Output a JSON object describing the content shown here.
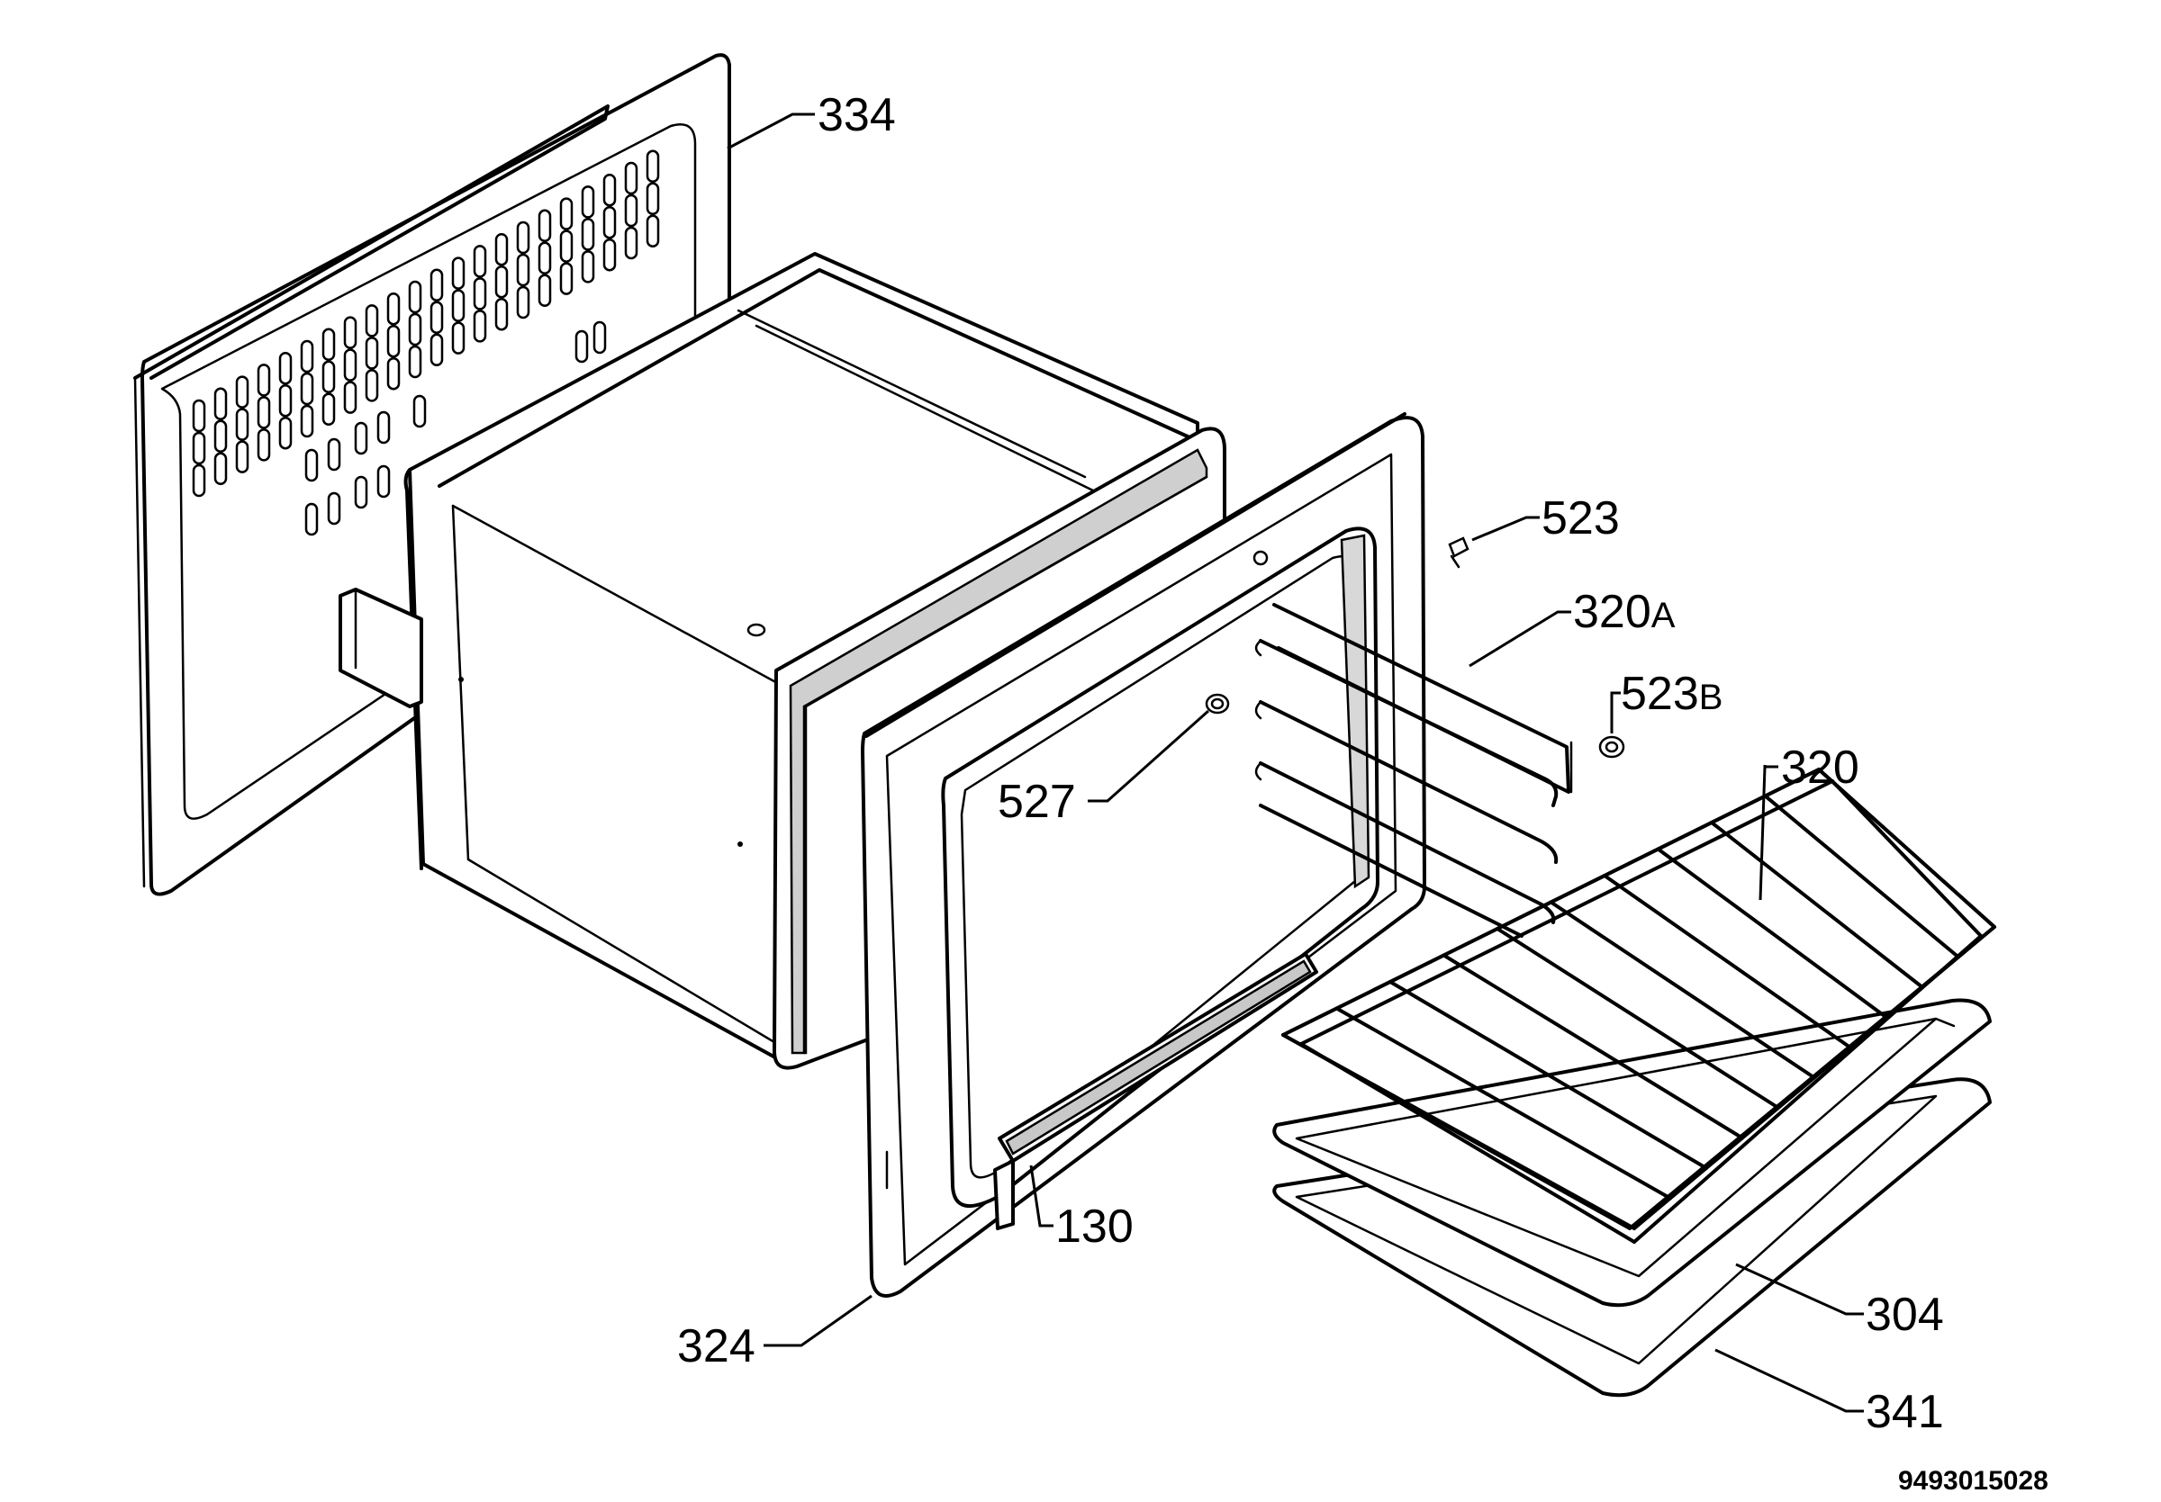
{
  "labels": {
    "p334": "334",
    "p523": "523",
    "p320a_num": "320",
    "p320a_suffix": "A",
    "p523b_num": "523",
    "p523b_suffix": "B",
    "p320": "320",
    "p527": "527",
    "p130": "130",
    "p324": "324",
    "p304": "304",
    "p341": "341"
  },
  "document_number": "9493015028"
}
